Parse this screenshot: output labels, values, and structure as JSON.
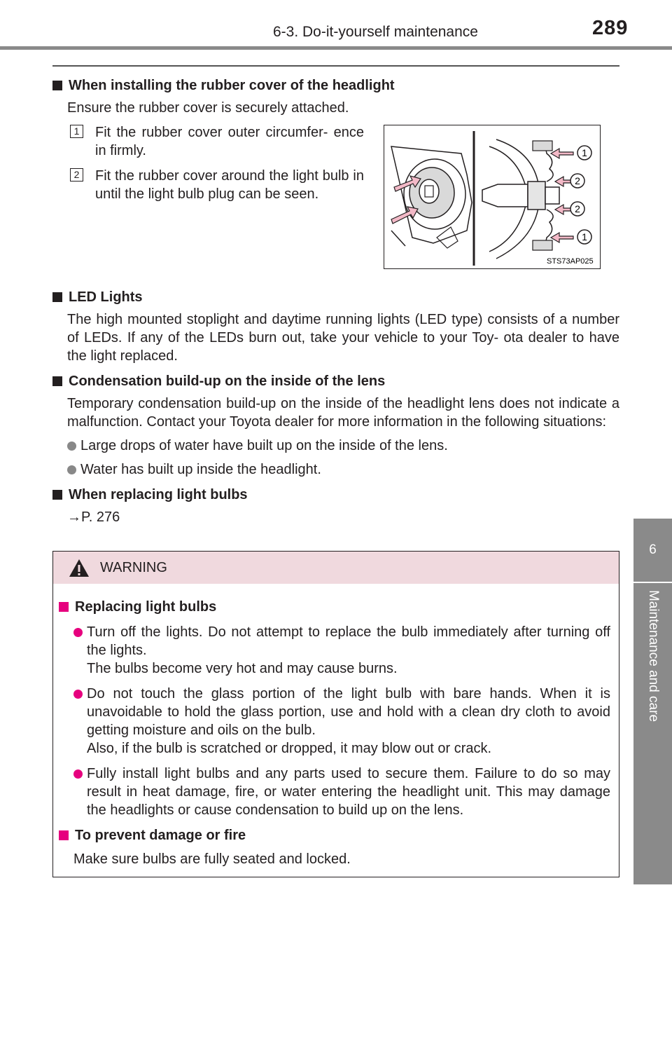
{
  "header": {
    "section": "6-3. Do-it-yourself maintenance",
    "page_number": "289"
  },
  "side_tab": {
    "chapter_number": "6",
    "chapter_title": "Maintenance and care"
  },
  "rubber_cover": {
    "heading": "When installing the rubber cover of the headlight",
    "intro": "Ensure the rubber cover is securely attached.",
    "steps": [
      {
        "number": "1",
        "text": "Fit the rubber cover outer circumfer- ence in firmly."
      },
      {
        "number": "2",
        "text": "Fit the rubber cover around the light bulb in until the light bulb plug can be seen."
      }
    ],
    "figure": {
      "code": "STS73AP025",
      "callouts": [
        "1",
        "2",
        "2",
        "1"
      ]
    }
  },
  "led": {
    "heading": "LED Lights",
    "text": "The high mounted stoplight and daytime running lights (LED type) consists of a number of LEDs. If any of the LEDs burn out, take your vehicle to your Toy- ota dealer to have the light replaced."
  },
  "condensation": {
    "heading": "Condensation build-up on the inside of the lens",
    "text": "Temporary condensation build-up on the inside of the headlight lens does not indicate a malfunction. Contact your Toyota dealer for more information in the following situations:",
    "bullets": [
      "Large drops of water have built up on the inside of the lens.",
      "Water has built up inside the headlight."
    ]
  },
  "replacing": {
    "heading": "When replacing light bulbs",
    "reference": "→P. 276"
  },
  "warning": {
    "title": "WARNING",
    "sections": [
      {
        "heading": "Replacing light bulbs",
        "bullets": [
          {
            "text": "Turn off the lights. Do not attempt to replace the bulb immediately after turning off the lights.",
            "note": "The bulbs become very hot and may cause burns."
          },
          {
            "text": "Do not touch the glass portion of the light bulb with bare hands. When it is unavoidable to hold the glass portion, use and hold with a clean dry cloth to avoid getting moisture and oils on the bulb.",
            "note": "Also, if the bulb is scratched or dropped, it may blow out or crack."
          },
          {
            "text": "Fully install light bulbs and any parts used to secure them. Failure to do so may result in heat damage, fire, or water entering the headlight unit. This may damage the headlights or cause condensation to build up on the lens.",
            "note": ""
          }
        ]
      },
      {
        "heading": "To prevent damage or fire",
        "text": "Make sure bulbs are fully seated and locked."
      }
    ]
  },
  "colors": {
    "warning_accent": "#e6007e",
    "warning_header_bg": "#f0d9de",
    "side_tab_bg": "#8a8a8a"
  }
}
